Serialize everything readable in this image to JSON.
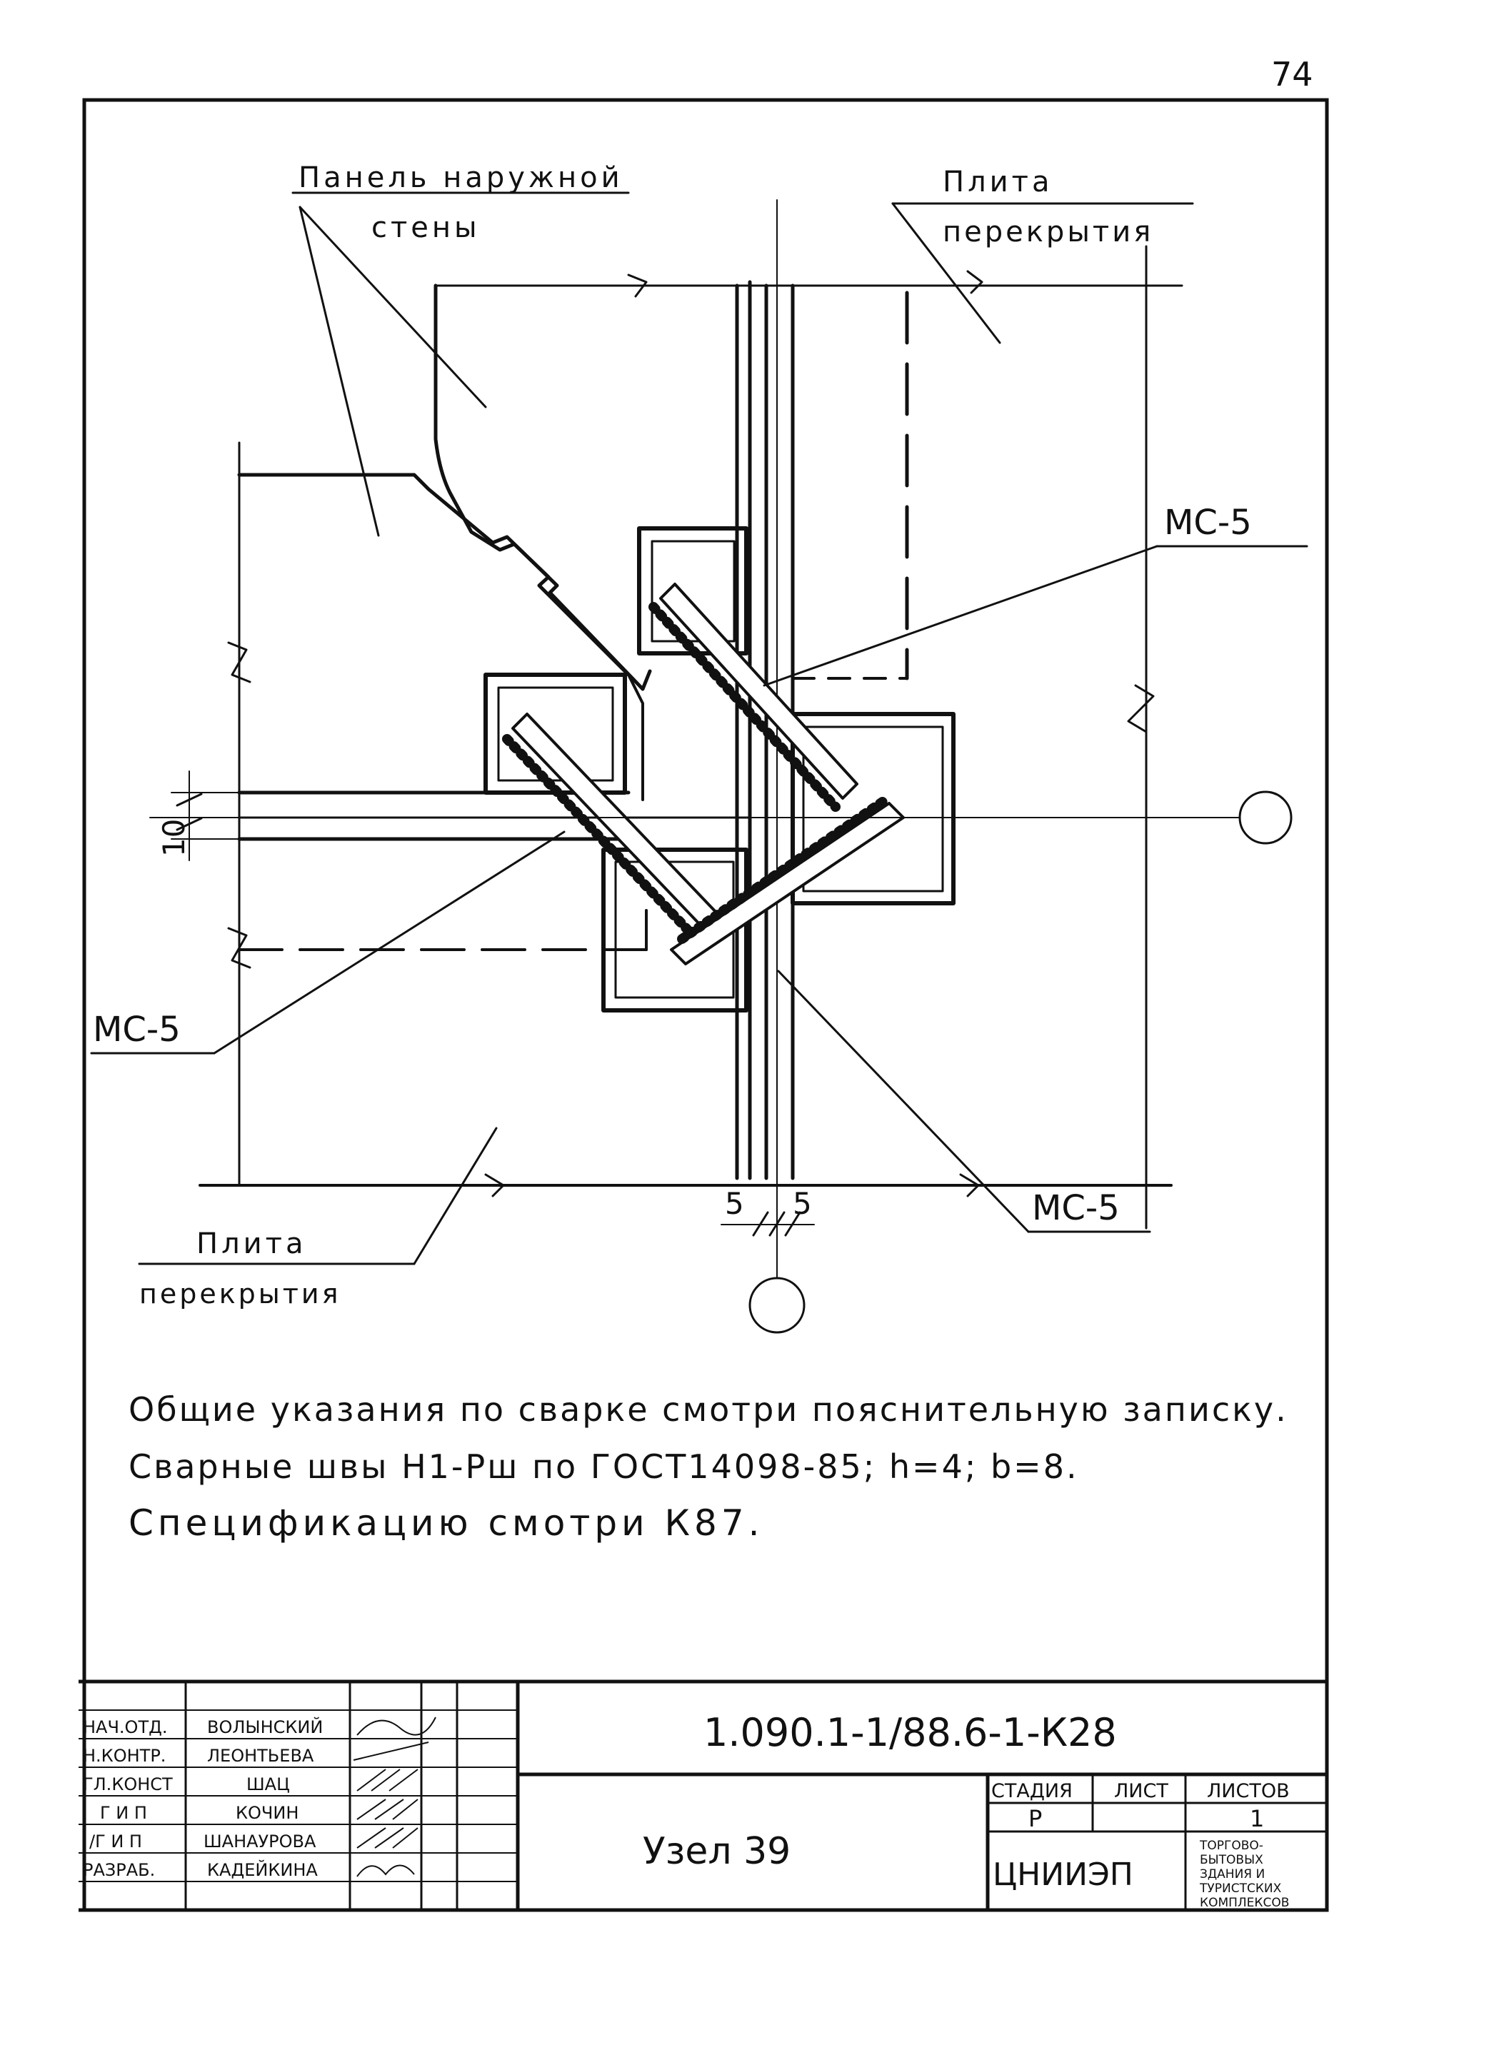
{
  "page_number": "74",
  "drawing": {
    "label_wall_panel_line1": "Панель наружной",
    "label_wall_panel_line2": "стены",
    "label_slab_top_line1": "Плита",
    "label_slab_top_line2": "перекрытия",
    "label_slab_bottom_line1": "Плита",
    "label_slab_bottom_line2": "перекрытия",
    "label_mc5_top": "МС-5",
    "label_mc5_left": "МС-5",
    "label_mc5_bottom": "МС-5",
    "dim_10": "10",
    "dim_5_left": "5",
    "dim_5_right": "5"
  },
  "notes": {
    "line1": "Общие указания по сварке смотри пояснительную записку.",
    "line2": "Сварные швы Н1-Рш по ГОСТ14098-85; h=4; b=8.",
    "line3": "Спецификацию смотри К87."
  },
  "title_block": {
    "doc_code": "1.090.1-1/88.6-1-К28",
    "title": "Узел 39",
    "roles": [
      {
        "role": "НАЧ.ОТД.",
        "name": "ВОЛЫНСКИЙ"
      },
      {
        "role": "Н.КОНТР.",
        "name": "ЛЕОНТЬЕВА"
      },
      {
        "role": "ГЛ.КОНСТ",
        "name": "ШАЦ"
      },
      {
        "role": "Г И П",
        "name": "КОЧИН"
      },
      {
        "role": "/Г И П",
        "name": "ШАНАУРОВА"
      },
      {
        "role": "РАЗРАБ.",
        "name": "КАДЕЙКИНА"
      }
    ],
    "col_stage": "СТАДИЯ",
    "col_sheet": "ЛИСТ",
    "col_sheets": "ЛИСТОВ",
    "stage_value": "Р",
    "sheets_value": "1",
    "org": "ЦНИИЭП",
    "org_desc_1": "ТОРГОВО-",
    "org_desc_2": "БЫТОВЫХ",
    "org_desc_3": "ЗДАНИЯ И",
    "org_desc_4": "ТУРИСТСКИХ",
    "org_desc_5": "КОМПЛЕКСОВ"
  }
}
